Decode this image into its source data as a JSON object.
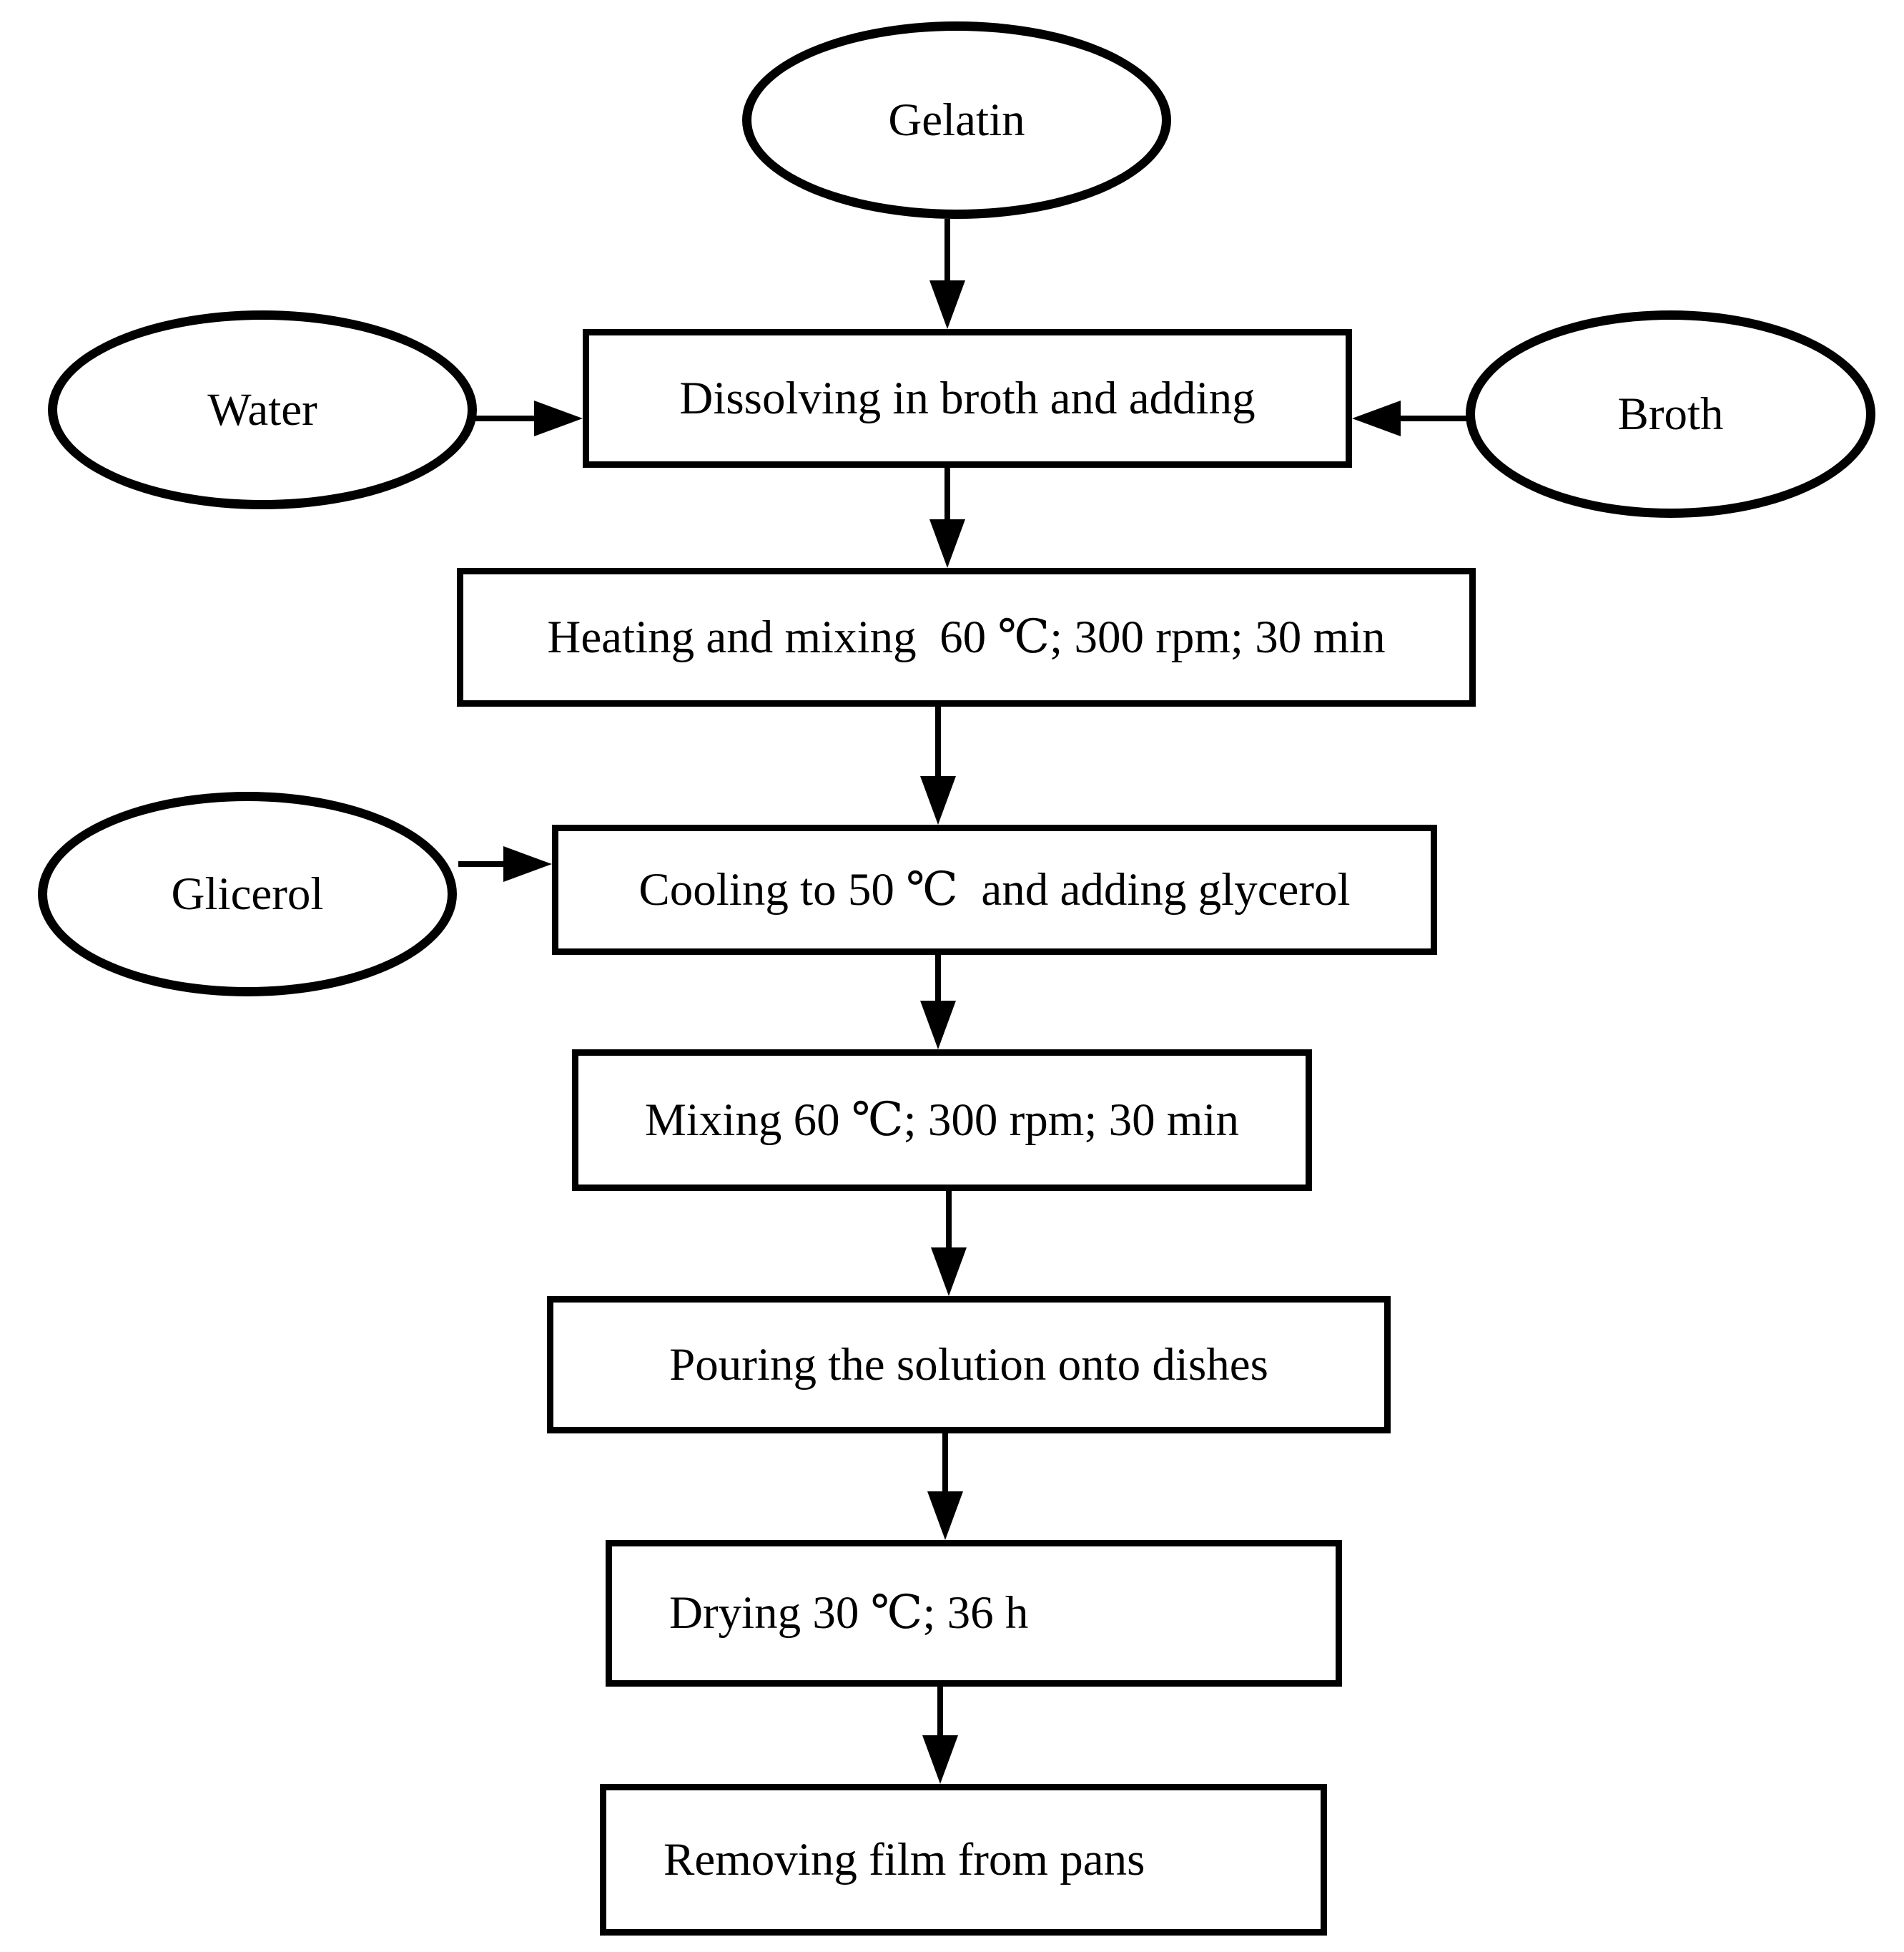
{
  "diagram": {
    "type": "flowchart",
    "background_color": "#ffffff",
    "stroke_color": "#000000",
    "nodes": {
      "gelatin": {
        "label": "Gelatin",
        "shape": "ellipse"
      },
      "water": {
        "label": "Water",
        "shape": "ellipse"
      },
      "broth": {
        "label": "Broth",
        "shape": "ellipse"
      },
      "glicerol": {
        "label": "Glicerol",
        "shape": "ellipse"
      },
      "dissolving": {
        "label": "Dissolving in broth and adding",
        "shape": "rect"
      },
      "heating": {
        "label": "Heating and mixing  60 ℃; 300 rpm; 30 min",
        "shape": "rect"
      },
      "cooling": {
        "label": "Cooling to 50 ℃  and adding glycerol",
        "shape": "rect"
      },
      "mixing": {
        "label": "Mixing 60 ℃; 300 rpm; 30 min",
        "shape": "rect"
      },
      "pouring": {
        "label": "Pouring the solution onto dishes",
        "shape": "rect"
      },
      "drying": {
        "label": "Drying 30 ℃; 36 h",
        "shape": "rect"
      },
      "removing": {
        "label": "Removing film from pans",
        "shape": "rect"
      }
    },
    "edges": [
      {
        "from": "gelatin",
        "to": "dissolving",
        "direction": "down"
      },
      {
        "from": "water",
        "to": "dissolving",
        "direction": "right"
      },
      {
        "from": "broth",
        "to": "dissolving",
        "direction": "left"
      },
      {
        "from": "dissolving",
        "to": "heating",
        "direction": "down"
      },
      {
        "from": "heating",
        "to": "cooling",
        "direction": "down"
      },
      {
        "from": "glicerol",
        "to": "cooling",
        "direction": "right"
      },
      {
        "from": "cooling",
        "to": "mixing",
        "direction": "down"
      },
      {
        "from": "mixing",
        "to": "pouring",
        "direction": "down"
      },
      {
        "from": "pouring",
        "to": "drying",
        "direction": "down"
      },
      {
        "from": "drying",
        "to": "removing",
        "direction": "down"
      }
    ]
  }
}
